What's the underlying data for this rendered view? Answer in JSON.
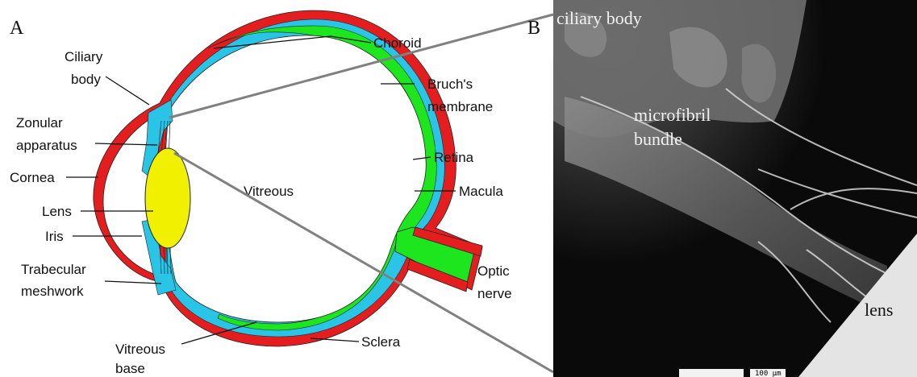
{
  "panel_a": {
    "letter": "A",
    "labels": {
      "ciliary_body": [
        "Ciliary",
        "body"
      ],
      "zonular_apparatus": [
        "Zonular",
        "apparatus"
      ],
      "cornea": "Cornea",
      "lens": "Lens",
      "iris": "Iris",
      "trabecular_meshwork": [
        "Trabecular",
        "meshwork"
      ],
      "vitreous_base": [
        "Vitreous",
        "base"
      ],
      "vitreous": "Vitreous",
      "choroid": "Choroid",
      "bruchs_membrane": [
        "Bruch's",
        "membrane"
      ],
      "retina": "Retina",
      "macula": "Macula",
      "optic_nerve": [
        "Optic",
        "nerve"
      ],
      "sclera": "Sclera"
    },
    "colors": {
      "sclera": "#e41e1e",
      "choroid": "#29c4e6",
      "retina": "#1ee61e",
      "lens": "#f0f000"
    }
  },
  "panel_b": {
    "letter": "B",
    "labels": {
      "ciliary_body": "ciliary body",
      "microfibril_bundle": [
        "microfibril",
        "bundle"
      ],
      "lens": "lens"
    },
    "scale_bar": "100 μm"
  }
}
